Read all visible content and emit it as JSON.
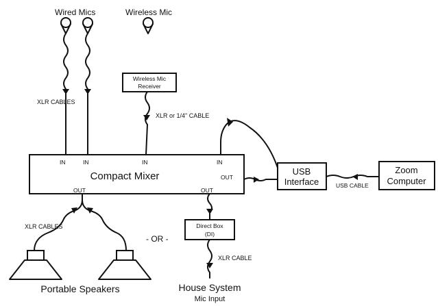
{
  "labels": {
    "wired_mics": "Wired Mics",
    "wireless_mic": "Wireless Mic",
    "xlr_cables_top": "XLR CABLES",
    "wireless_receiver_line1": "Wireless Mic",
    "wireless_receiver_line2": "Receiver",
    "xlr_or_quarter": "XLR or 1/4\" CABLE",
    "mixer": "Compact Mixer",
    "in_1": "IN",
    "in_2": "IN",
    "in_3": "IN",
    "in_4": "IN",
    "out_right": "OUT",
    "out_bottom_left": "OUT",
    "out_bottom_right": "OUT",
    "usb_line1": "USB",
    "usb_line2": "Interface",
    "usb_cable": "USB CABLE",
    "zoom_line1": "Zoom",
    "zoom_line2": "Computer",
    "xlr_cables_bottom": "XLR CABLES",
    "or": "- OR -",
    "di_line1": "Direct Box",
    "di_line2": "(DI)",
    "xlr_cable": "XLR CABLE",
    "portable_speakers": "Portable Speakers",
    "house_line1": "House System",
    "house_line2": "Mic Input"
  }
}
